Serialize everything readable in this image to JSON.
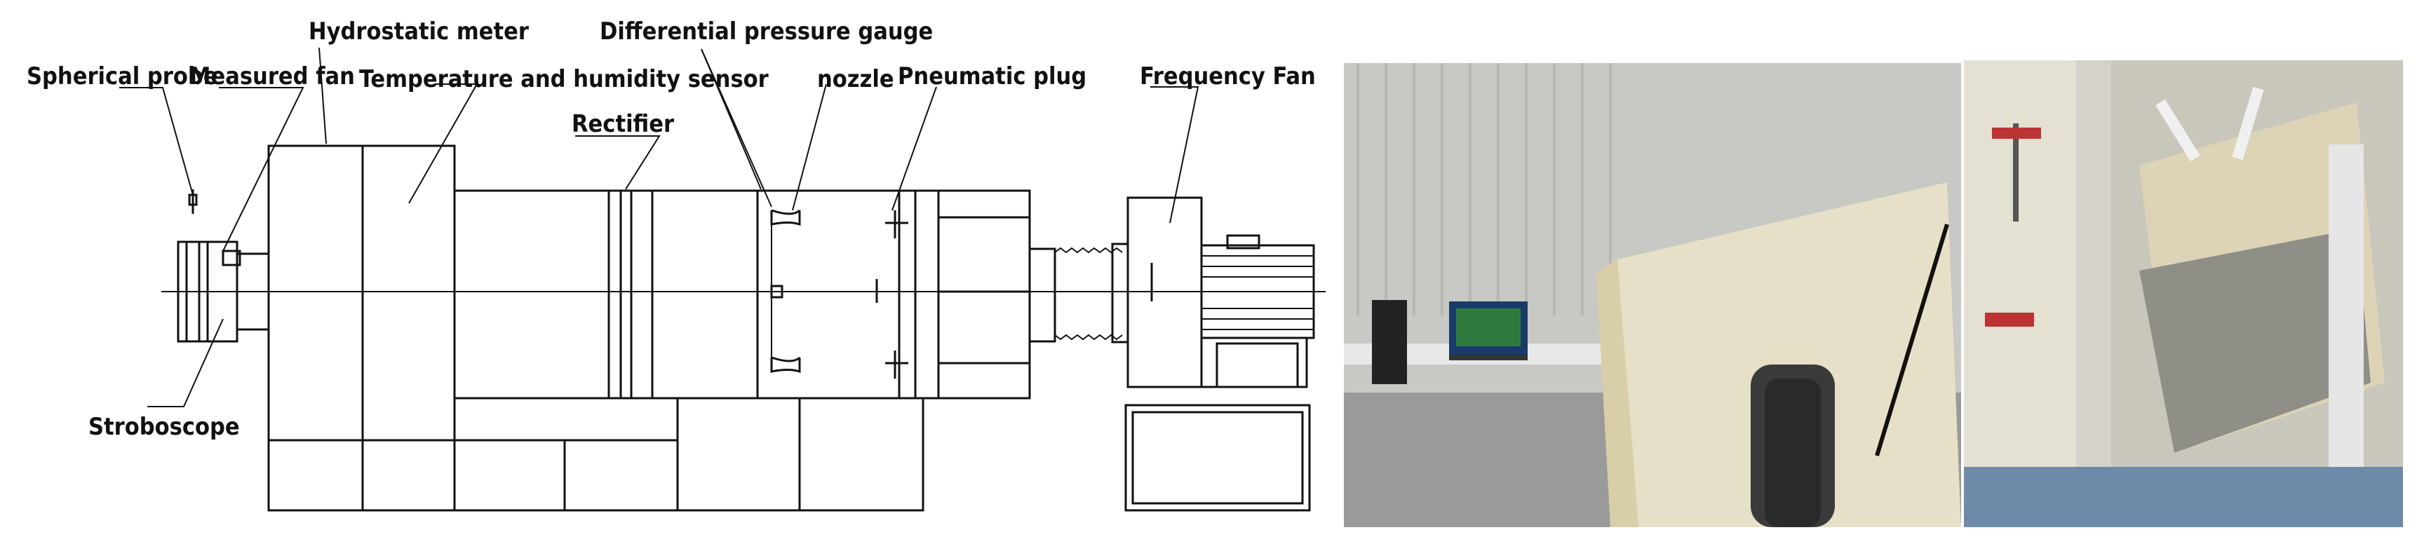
{
  "labels": {
    "spherical_probe": "Spherical probe",
    "measured_fan": "Measured fan",
    "hydrostatic_meter": "Hydrostatic meter",
    "temperature_humidity_sensor": "Temperature and humidity sensor",
    "rectifier": "Rectifier",
    "differential_pressure_gauge": "Differential pressure gauge",
    "nozzle": "nozzle",
    "pneumatic_plug": "Pneumatic plug",
    "frequency_fan": "Frequency Fan",
    "stroboscope": "Stroboscope"
  },
  "colors": {
    "line": "#111111",
    "photo_wall": "#c8c8c4",
    "photo_box": "#e6e0c8"
  }
}
